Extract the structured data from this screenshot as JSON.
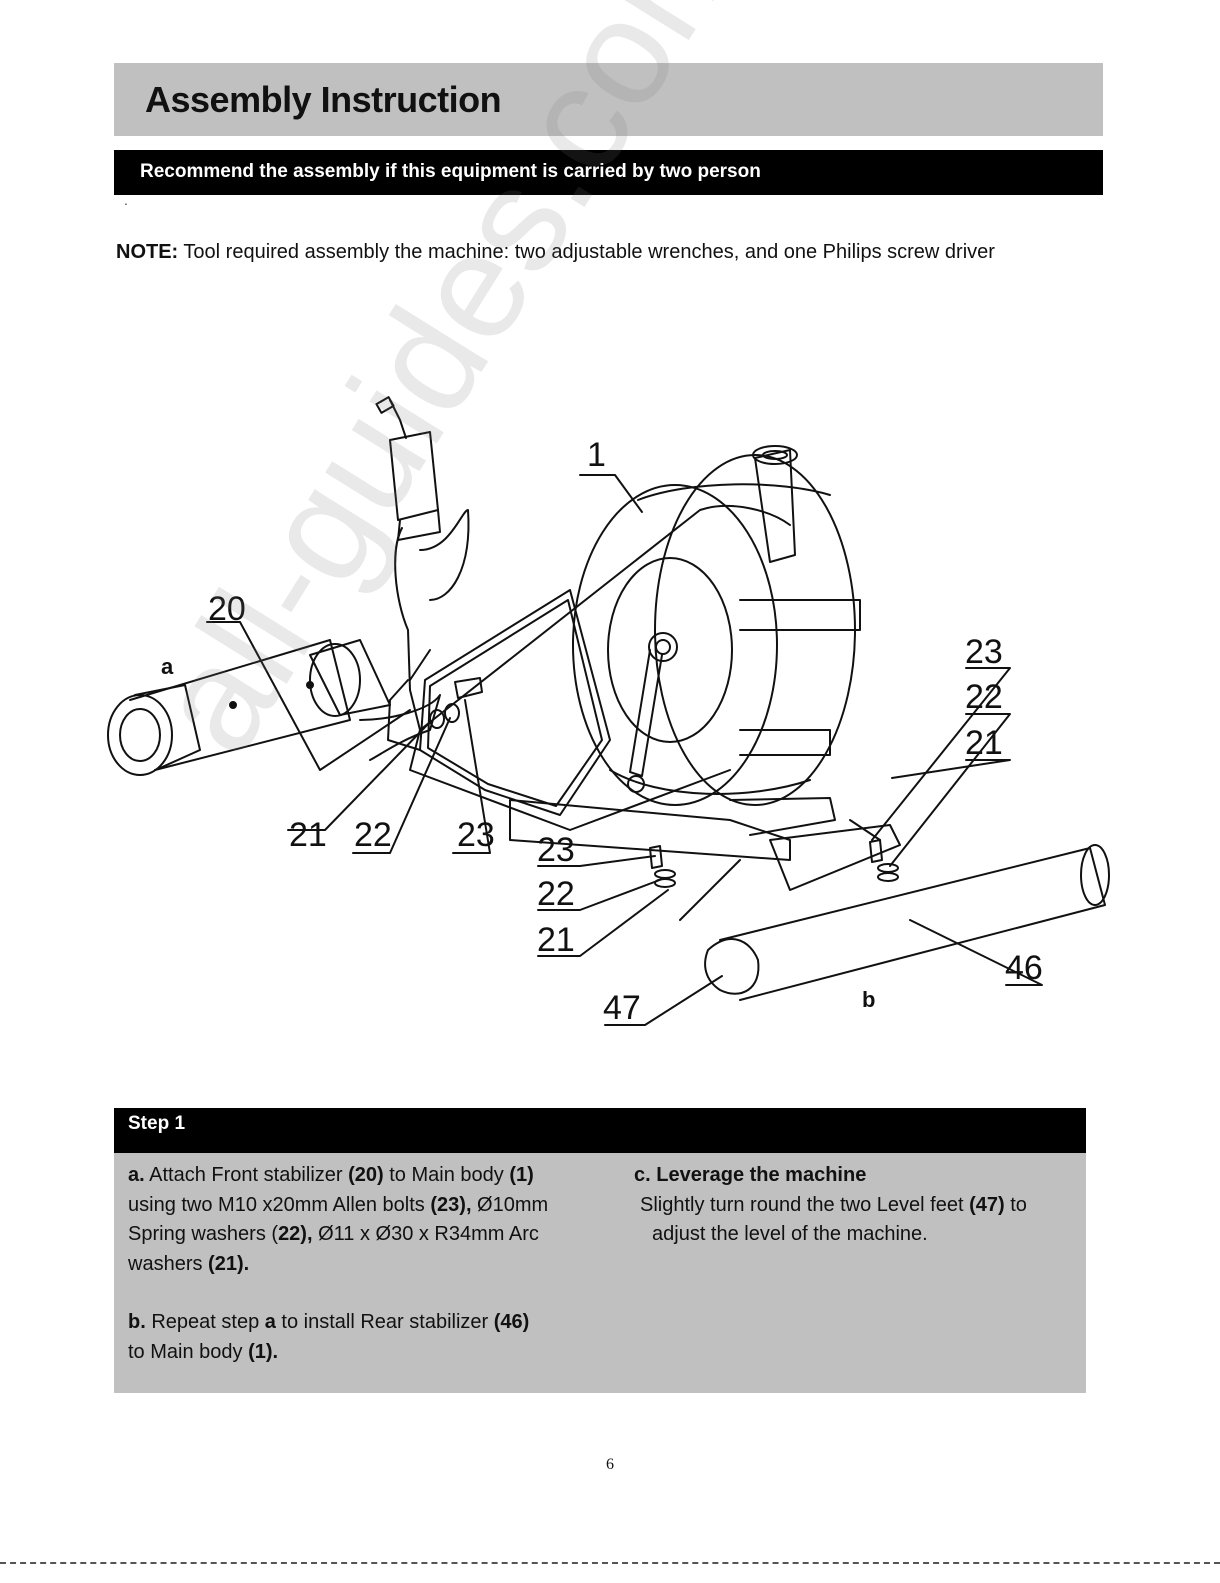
{
  "header": {
    "title": "Assembly Instruction",
    "warning": "Recommend the assembly if this equipment is carried by two person",
    "dot": "."
  },
  "note": {
    "label": "NOTE:",
    "text": " Tool required assembly the machine: two adjustable wrenches, and one Philips screw driver"
  },
  "diagram": {
    "labels": {
      "main_body": "1",
      "front_stabilizer": "20",
      "side_a": "a",
      "side_b": "b",
      "right_bolt": "23",
      "right_spring": "22",
      "right_arc": "21",
      "left_arc": "21",
      "left_spring": "22",
      "left_bolt": "23",
      "mid_bolt": "23",
      "mid_spring": "22",
      "mid_arc": "21",
      "rear_stabilizer": "46",
      "level_foot": "47"
    }
  },
  "watermark": "all-guides.com",
  "step": {
    "heading": "Step 1",
    "a": {
      "letter": "a.",
      "t1": "  Attach Front stabilizer ",
      "p20": "(20)",
      "t2": " to Main body ",
      "p1": "(1)",
      "t3": "using two M10 x20mm Allen bolts ",
      "p23": "(23),",
      "t4": " Ø10mm",
      "t5": "Spring washers (",
      "p22": "22),",
      "t6": " Ø11 x Ø30 x R34mm Arc",
      "t7": "washers ",
      "p21": "(21)."
    },
    "b": {
      "letter": "b.",
      "t1": "  Repeat step ",
      "ref": "a",
      "t2": " to install Rear stabilizer ",
      "p46": "(46)",
      "t3": "to Main body ",
      "p1": "(1)."
    },
    "c": {
      "heading": "c. Leverage the machine",
      "t1": "Slightly turn round the two Level feet ",
      "p47": "(47)",
      "t2": " to",
      "t3": "adjust the level of the machine."
    }
  },
  "page": {
    "number": "6"
  }
}
